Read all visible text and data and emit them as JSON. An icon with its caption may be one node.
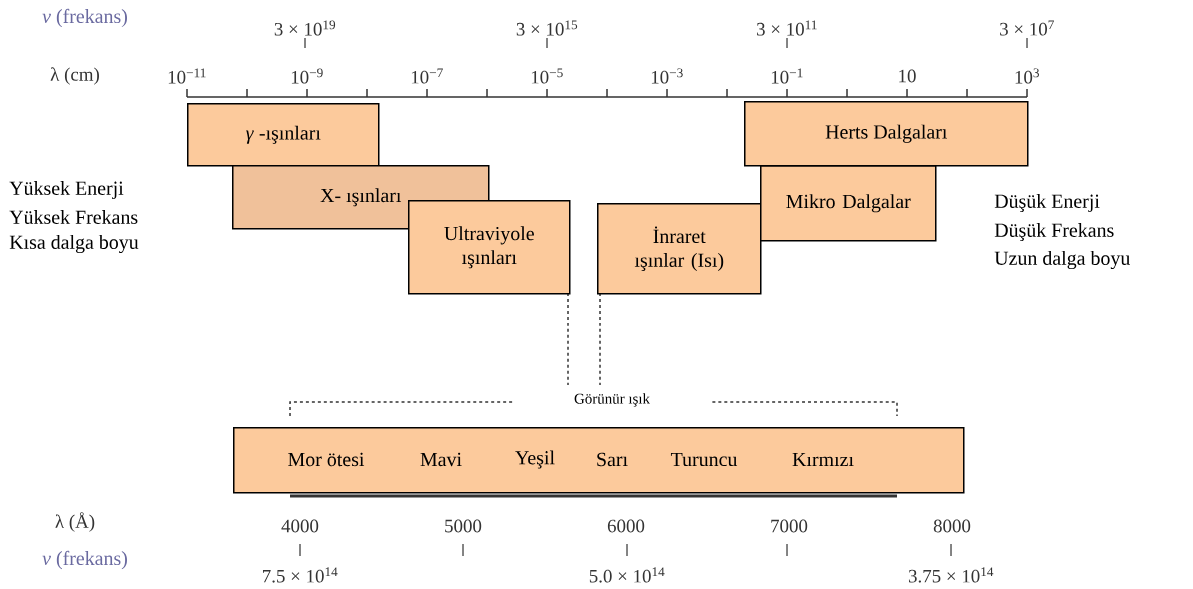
{
  "diagram": {
    "nodes": [
      {
        "text": [
          "*γ* -ışınları"
        ]
      },
      {
        "text": [
          "X- ışınları"
        ]
      },
      {
        "text": [
          "Ultraviyole ışınları"
        ]
      },
      {
        "text": [
          "İnraret ışınlar (Isı)"
        ]
      },
      {
        "text": [
          "Mikro Dalgalar"
        ]
      },
      {
        "text": [
          "Herts Dalgaları"
        ]
      },
      {
        "text": [
          "Mor ötesi",
          "Mavi",
          "Yeşil",
          "Sarı",
          "Turuncu",
          "Kırmızı"
        ]
      }
    ],
    "labels": [
      "*ν* (frekans)",
      "3 × 10$^{19}$",
      "3 × 10$^{15}$",
      "3 × 10$^{11}$",
      "3 × 10$^{7}$",
      "λ (cm)",
      "10$^{−11}$",
      "10$^{−9}$",
      "10$^{−7}$",
      "10$^{−5}$",
      "10$^{−3}$",
      "10$^{−1}$",
      "10",
      "10$^{3}$",
      "Yüksek Enerji",
      "Yüksek Frekans",
      "Kısa  dalga boyu",
      "Düşük Enerji",
      "Düşük Frekans",
      "Uzun dalga boyu",
      "Görünür ışık",
      "λ (Å)",
      "4000",
      "5000",
      "6000",
      "7000",
      "8000",
      "*ν* (frekans)",
      "7.5 × 10$^{14}$",
      "5.0 × 10$^{14}$",
      "3.75 × 10$^{14}$"
    ]
  }
}
